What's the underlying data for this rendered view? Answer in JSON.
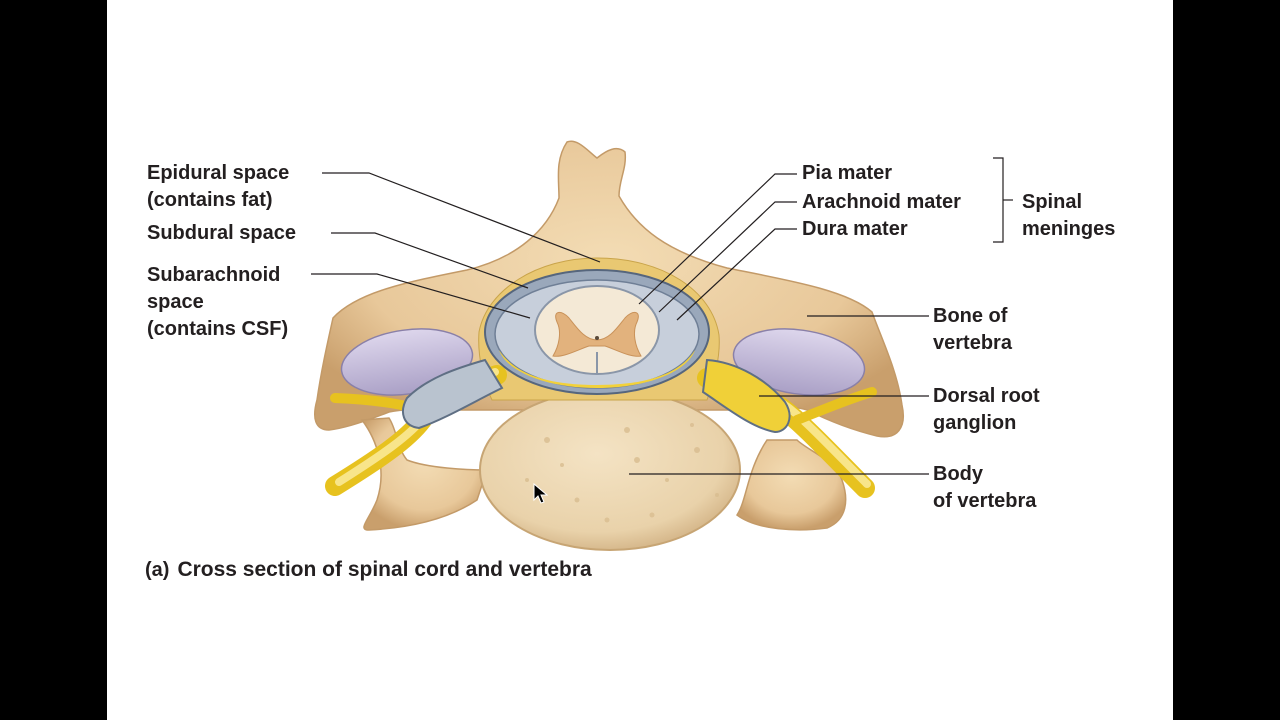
{
  "labels": {
    "epidural": [
      "Epidural space",
      "(contains fat)"
    ],
    "subdural": [
      "Subdural space"
    ],
    "subarachnoid": [
      "Subarachnoid",
      "space",
      "(contains CSF)"
    ],
    "pia": [
      "Pia mater"
    ],
    "arachnoid": [
      "Arachnoid mater"
    ],
    "dura": [
      "Dura mater"
    ],
    "meninges": [
      "Spinal",
      "meninges"
    ],
    "bone": [
      "Bone of",
      "vertebra"
    ],
    "ganglion": [
      "Dorsal root",
      "ganglion"
    ],
    "body": [
      "Body",
      "of vertebra"
    ]
  },
  "caption": {
    "letter": "(a)",
    "text": "Cross section of spinal cord and vertebra"
  },
  "colors": {
    "background": "#ffffff",
    "frame": "#000000",
    "bone": "#e8c89a",
    "bone_shadow": "#c79d6a",
    "fat": "#e9c872",
    "nerve": "#f2d13a",
    "dura": "#8f9fb3",
    "cord_white": "#f4e9d6",
    "cord_gray": "#e2b27d",
    "disc": "#c9c0dc",
    "label_text": "#231f20"
  },
  "icons": {
    "cursor": "arrow-cursor-icon"
  }
}
